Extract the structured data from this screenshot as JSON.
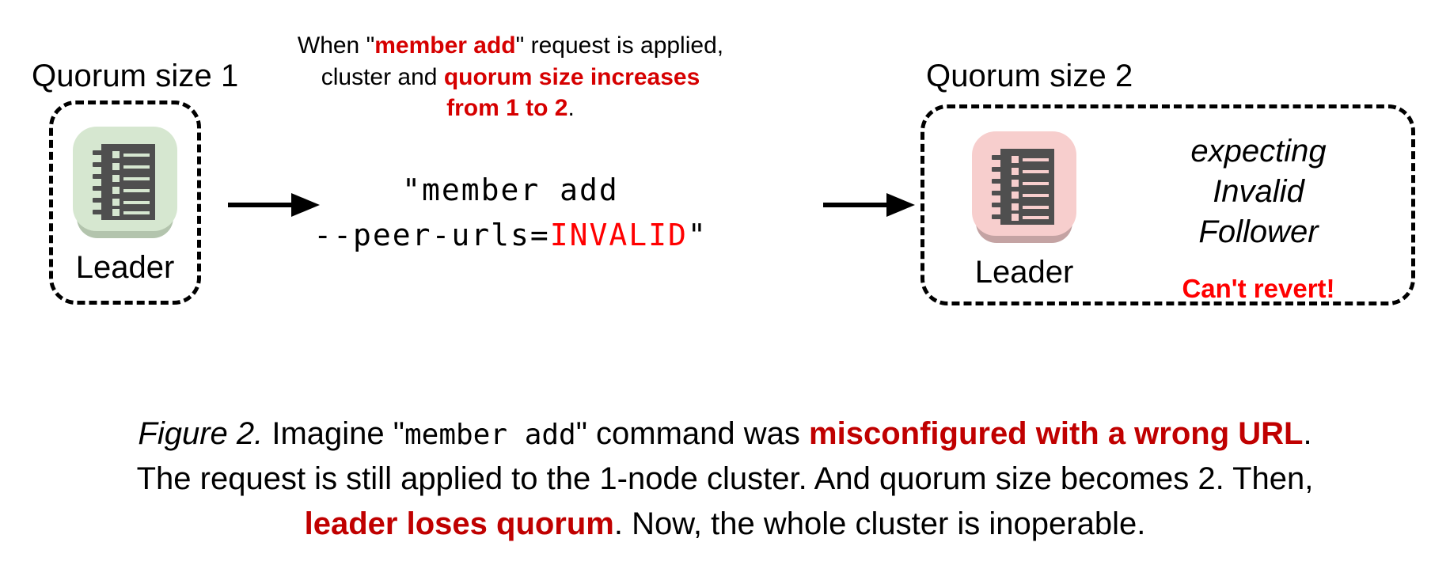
{
  "figure": {
    "left_cluster": {
      "title": "Quorum size 1",
      "node_label": "Leader",
      "node_color": "#d6e7d0",
      "node_shadow": "#b3c4ad",
      "icon_color": "#4f4f4f",
      "icon_name": "notebook-ledger-icon"
    },
    "right_cluster": {
      "title": "Quorum size 2",
      "node_label": "Leader",
      "node_color": "#f7cecd",
      "node_shadow": "#c4a3a3",
      "icon_color": "#4f4f4f",
      "icon_name": "notebook-ledger-icon",
      "side_lines": [
        "expecting",
        "Invalid",
        "Follower"
      ],
      "warning": "Can't revert!",
      "warning_color": "#ff0000"
    },
    "annotation": {
      "line1_pre": "When \"",
      "line1_hl": "member add",
      "line1_post": "\" request is applied,",
      "line2_pre": "cluster and ",
      "line2_hl": "quorum size increases",
      "line3_hl": "from 1 to 2",
      "line3_post": ".",
      "highlight_color": "#d60000"
    },
    "command": {
      "line1": "\"member add",
      "line2_pre": "--peer-urls=",
      "line2_invalid": "INVALID",
      "line2_post": "\"",
      "invalid_color": "#ff0000"
    },
    "arrows": [
      {
        "name": "arrow-left-to-command"
      },
      {
        "name": "arrow-command-to-right"
      }
    ],
    "caption": {
      "fig_no": "Figure 2.",
      "l1_a": " Imagine \"",
      "l1_mono": "member add",
      "l1_b": "\" command was ",
      "l1_red": "misconfigured with a wrong URL",
      "l1_c": ".",
      "l2": "The request is still applied to the 1-node cluster. And quorum size becomes 2. Then,",
      "l3_red": "leader loses quorum",
      "l3_a": ". Now, the whole cluster is inoperable.",
      "red_color": "#c00000"
    }
  }
}
